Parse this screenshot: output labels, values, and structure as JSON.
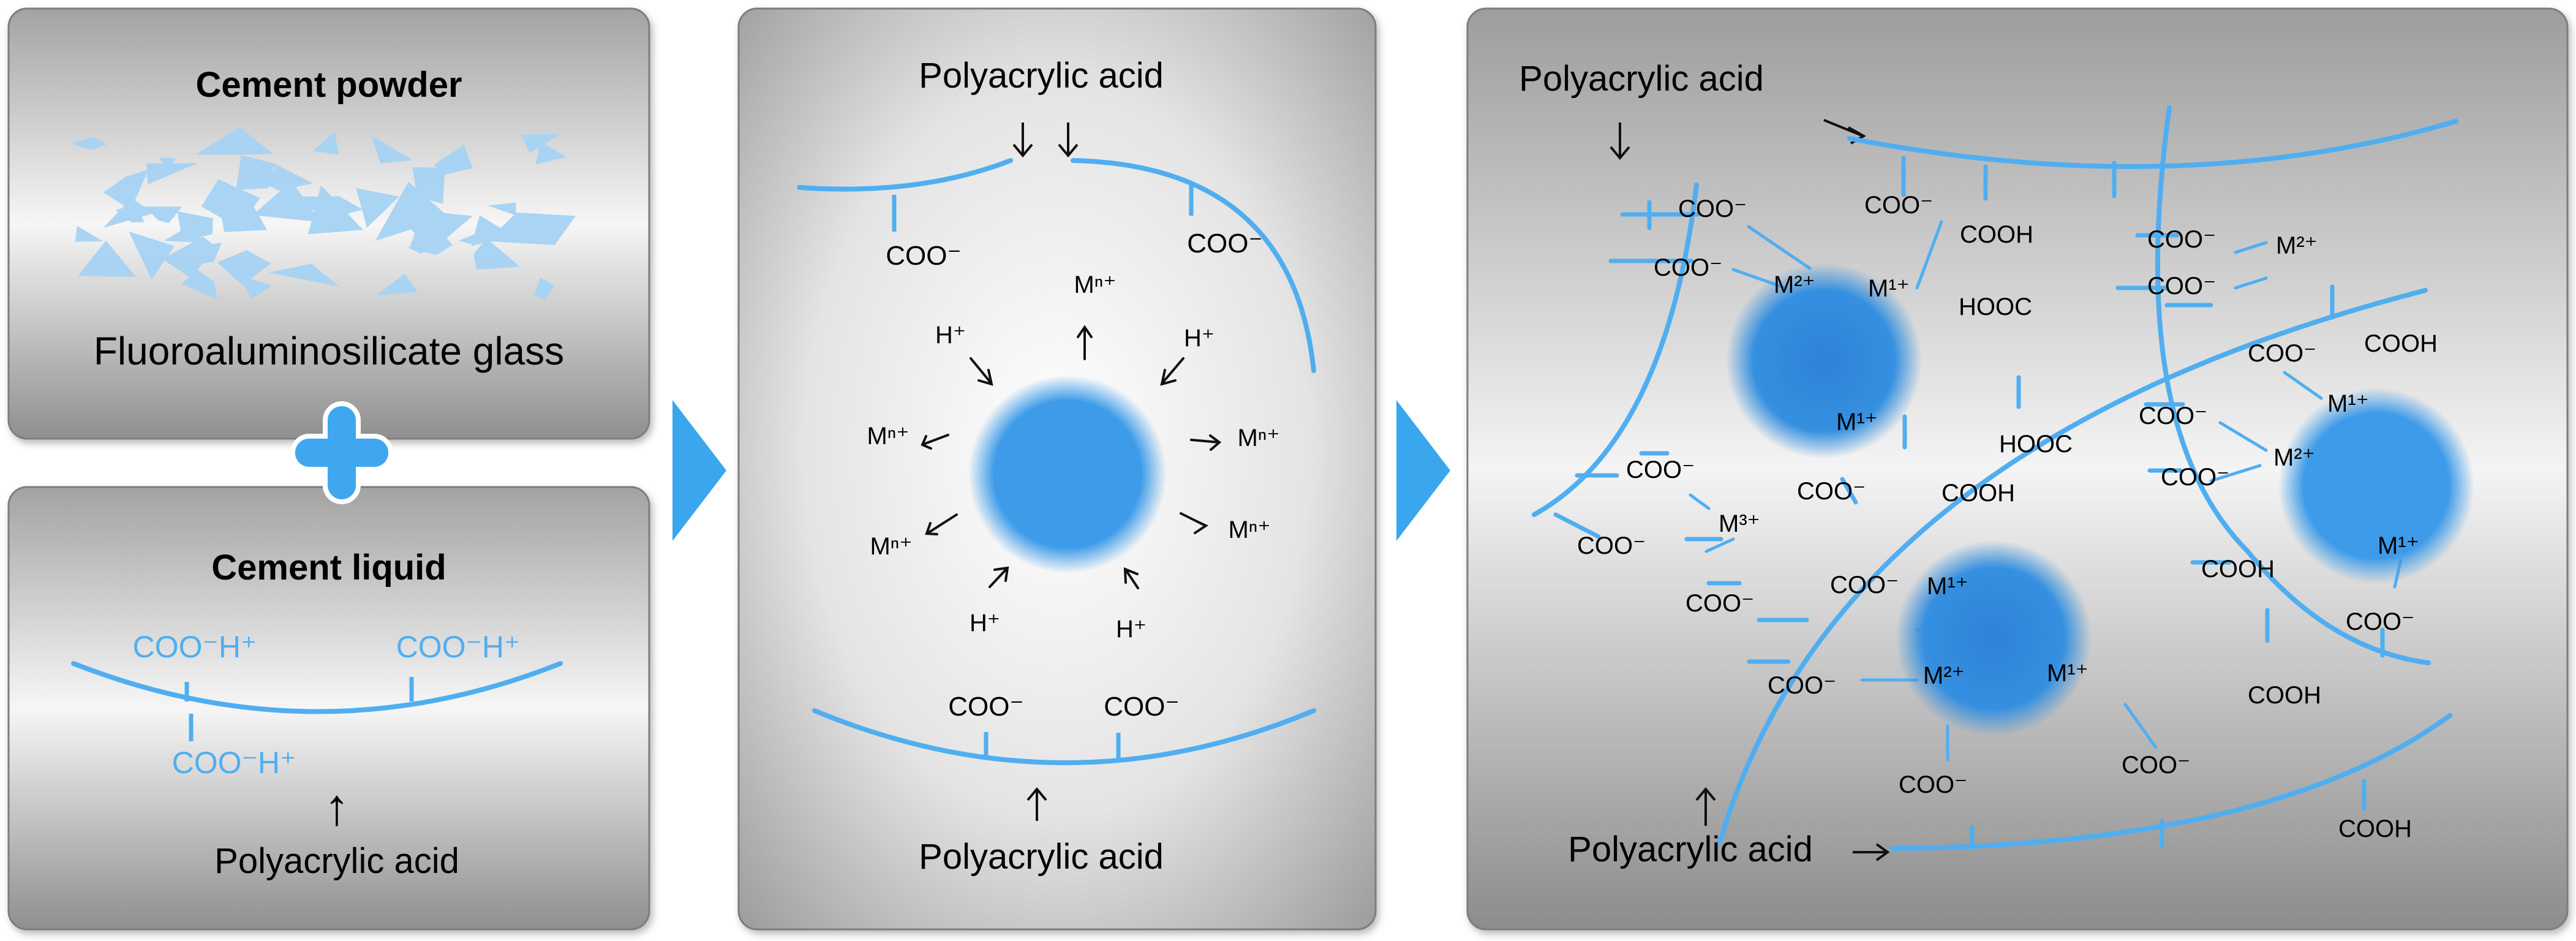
{
  "colors": {
    "chain": "#50aef0",
    "particle": "#3d9be9",
    "particle_dark": "#2f82d8",
    "plus": "#3fa7ef",
    "arrow": "#3aa6ee",
    "text": "#000000",
    "panel_dark": "#9a9a9a",
    "panel_light": "#f7f7f7"
  },
  "icons": {
    "combine": "plus-icon",
    "next_step": "chevron-right-icon"
  },
  "panel_powder": {
    "title": "Cement powder",
    "glass_label": "Fluoroaluminosilicate glass"
  },
  "panel_liquid": {
    "title": "Cement liquid",
    "carboxyl_a": "COO⁻H⁺",
    "carboxyl_b": "COO⁻H⁺",
    "carboxyl_c": "COO⁻H⁺",
    "arrow": "↑",
    "acid_label": "Polyacrylic acid"
  },
  "panel_reaction": {
    "acid_top": "Polyacrylic acid",
    "acid_bottom": "Polyacrylic acid",
    "carboxylate": "COO⁻",
    "proton": "H⁺",
    "metal_ion": "Mⁿ⁺"
  },
  "panel_network": {
    "acid_top": "Polyacrylic acid",
    "acid_bottom": "Polyacrylic acid",
    "carboxylate": "COO⁻",
    "acid_group_right": "COOH",
    "acid_group_left": "HOOC",
    "ion_1": "M¹⁺",
    "ion_2": "M²⁺",
    "ion_3": "M³⁺"
  }
}
